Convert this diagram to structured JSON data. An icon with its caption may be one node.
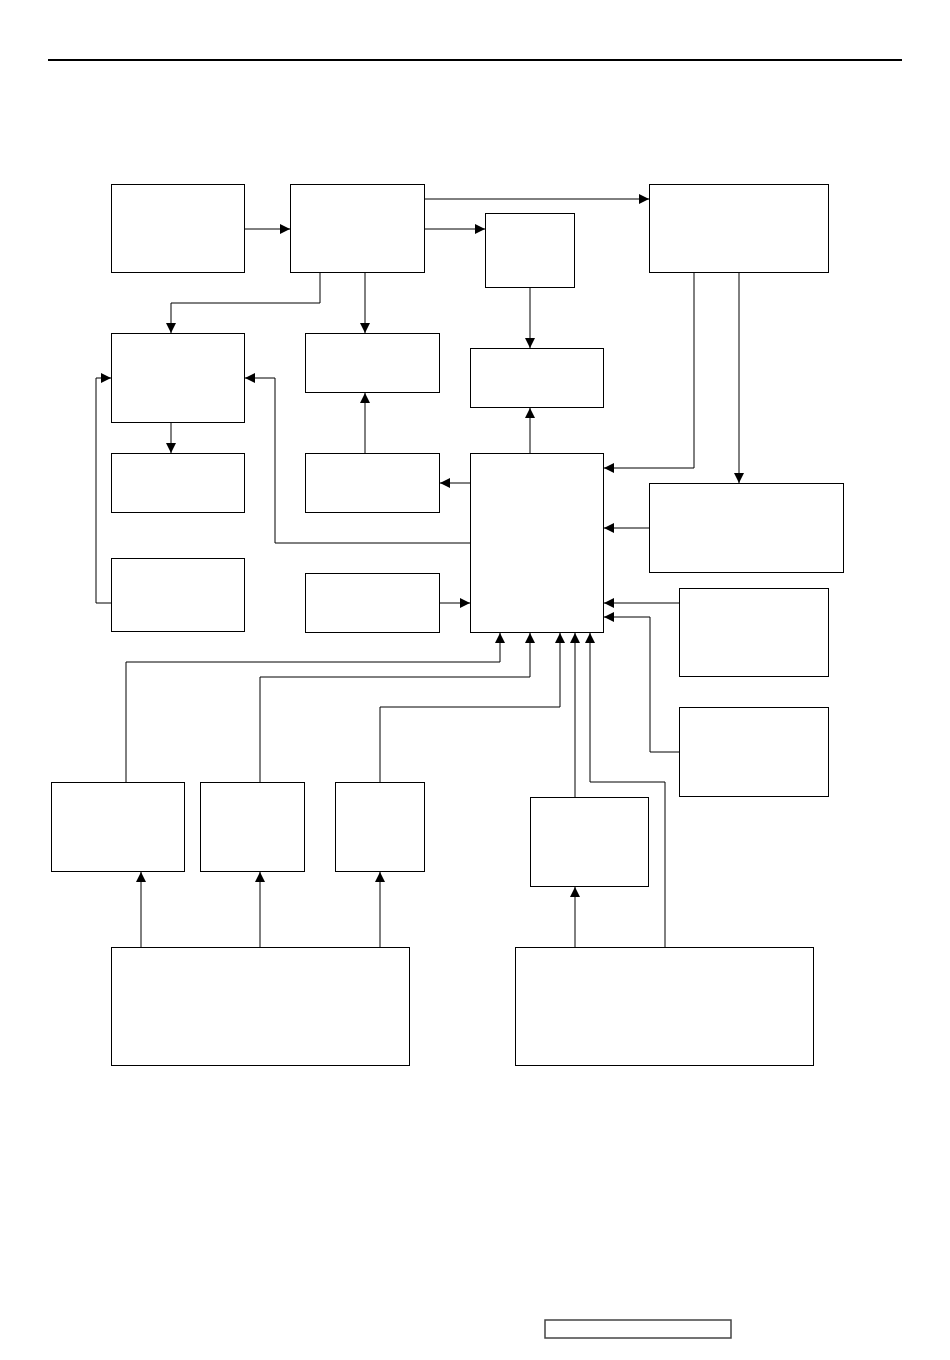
{
  "diagram": {
    "nodes": [
      {
        "text": [],
        "shape": "box"
      },
      {
        "text": [],
        "shape": "box"
      },
      {
        "text": [],
        "shape": "box"
      },
      {
        "text": [],
        "shape": "box"
      },
      {
        "text": [],
        "shape": "box"
      },
      {
        "text": [],
        "shape": "box"
      },
      {
        "text": [],
        "shape": "box"
      },
      {
        "text": [],
        "shape": "box"
      },
      {
        "text": [],
        "shape": "box"
      },
      {
        "text": [],
        "shape": "box"
      },
      {
        "text": [],
        "shape": "box"
      },
      {
        "text": [],
        "shape": "box"
      },
      {
        "text": [],
        "shape": "box"
      },
      {
        "text": [],
        "shape": "box"
      },
      {
        "text": [],
        "shape": "box"
      },
      {
        "text": [],
        "shape": "box"
      },
      {
        "text": [],
        "shape": "box"
      },
      {
        "text": [],
        "shape": "box"
      },
      {
        "text": [],
        "shape": "box"
      },
      {
        "text": [],
        "shape": "box"
      },
      {
        "text": [],
        "shape": "box"
      }
    ],
    "edges": [
      {
        "from": 0,
        "to": 1,
        "arrow": "to"
      },
      {
        "from": 1,
        "to": 3,
        "arrow": "to"
      },
      {
        "from": 1,
        "to": 2,
        "arrow": "to"
      },
      {
        "from": 1,
        "to": 4,
        "arrow": "to"
      },
      {
        "from": 1,
        "to": 5,
        "arrow": "to"
      },
      {
        "from": 2,
        "to": 6,
        "arrow": "to"
      },
      {
        "from": 3,
        "to": 9,
        "arrow": "to"
      },
      {
        "from": 3,
        "to": 10,
        "arrow": "to"
      },
      {
        "from": 4,
        "to": 7,
        "arrow": "to"
      },
      {
        "from": 11,
        "to": 4,
        "arrow": "to"
      },
      {
        "from": 9,
        "to": 4,
        "arrow": "to"
      },
      {
        "from": 8,
        "to": 5,
        "arrow": "to"
      },
      {
        "from": 9,
        "to": 8,
        "arrow": "to"
      },
      {
        "from": 9,
        "to": 6,
        "arrow": "to"
      },
      {
        "from": 10,
        "to": 9,
        "arrow": "to"
      },
      {
        "from": 12,
        "to": 9,
        "arrow": "to"
      },
      {
        "from": 13,
        "to": 9,
        "arrow": "to"
      },
      {
        "from": 14,
        "to": 9,
        "arrow": "to"
      },
      {
        "from": 15,
        "to": 9,
        "arrow": "to"
      },
      {
        "from": 16,
        "to": 9,
        "arrow": "to"
      },
      {
        "from": 17,
        "to": 9,
        "arrow": "to"
      },
      {
        "from": 18,
        "to": 9,
        "arrow": "to"
      },
      {
        "from": 20,
        "to": 9,
        "arrow": "to"
      },
      {
        "from": 19,
        "to": 15,
        "arrow": "to"
      },
      {
        "from": 19,
        "to": 16,
        "arrow": "to"
      },
      {
        "from": 19,
        "to": 17,
        "arrow": "to"
      },
      {
        "from": 20,
        "to": 18,
        "arrow": "to"
      }
    ]
  }
}
